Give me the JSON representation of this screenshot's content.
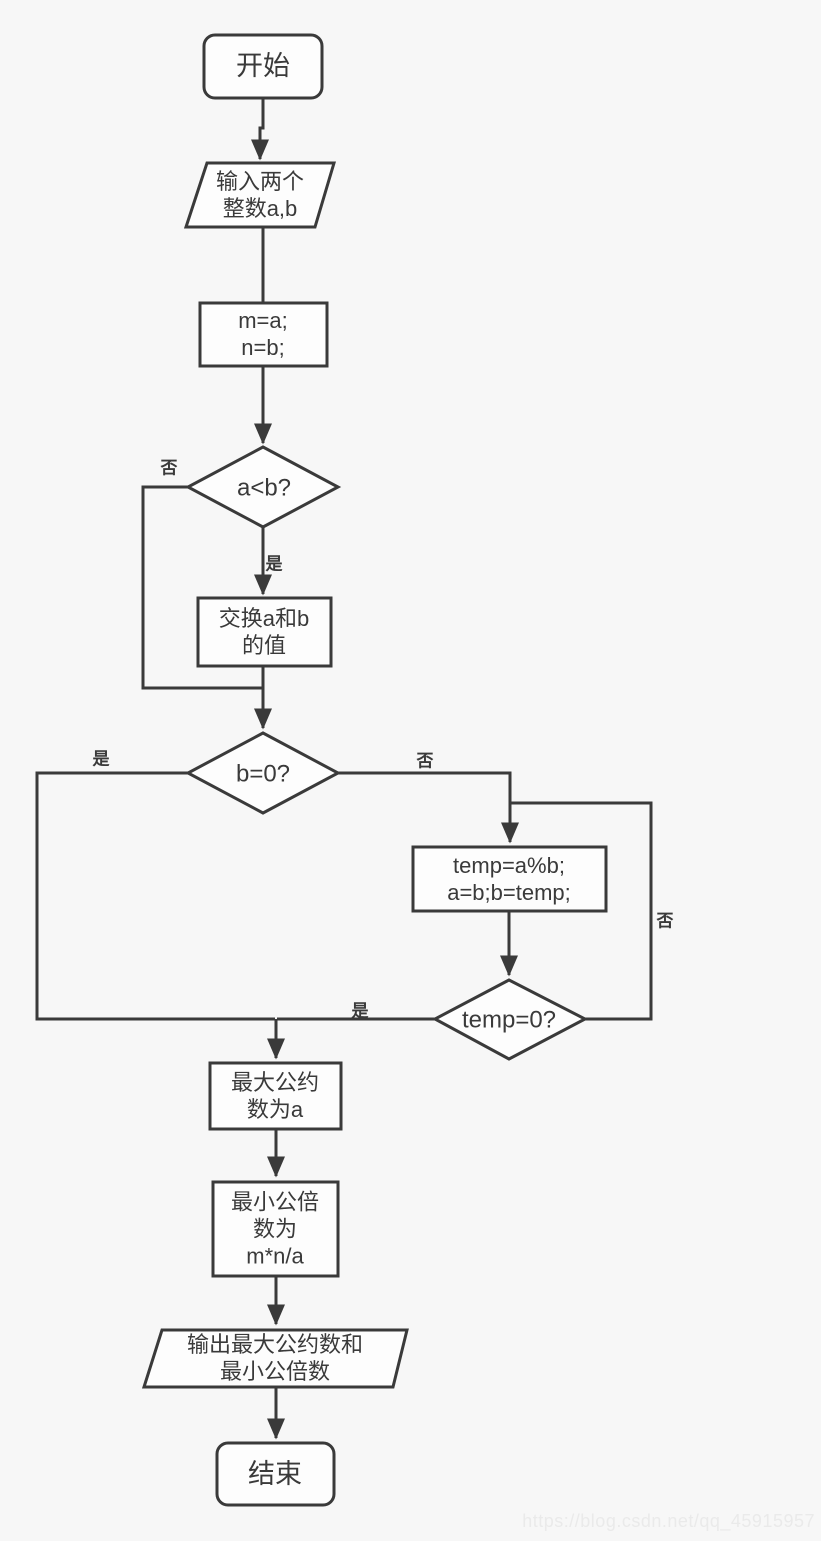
{
  "colors": {
    "background": "#f7f7f7",
    "line": "#3a3a3a",
    "shape_fill": "#fdfdfd",
    "text": "#3a3a3a",
    "watermark": "#eaeaea"
  },
  "nodes": {
    "start": {
      "type": "terminator",
      "label": "开始"
    },
    "input": {
      "type": "io",
      "lines": [
        "输入两个",
        "整数a,b"
      ]
    },
    "init": {
      "type": "process",
      "lines": [
        "m=a;",
        "n=b;"
      ]
    },
    "cmp": {
      "type": "decision",
      "label": "a<b?"
    },
    "swap": {
      "type": "process",
      "lines": [
        "交换a和b",
        "的值"
      ]
    },
    "bzero": {
      "type": "decision",
      "label": "b=0?"
    },
    "mod": {
      "type": "process",
      "lines": [
        "temp=a%b;",
        "a=b;b=temp;"
      ]
    },
    "tzero": {
      "type": "decision",
      "label": "temp=0?"
    },
    "gcd": {
      "type": "process",
      "lines": [
        "最大公约",
        "数为a"
      ]
    },
    "lcm": {
      "type": "process",
      "lines": [
        "最小公倍",
        "数为",
        "m*n/a"
      ]
    },
    "output": {
      "type": "io",
      "lines": [
        "输出最大公约数和",
        "最小公倍数"
      ]
    },
    "end": {
      "type": "terminator",
      "label": "结束"
    }
  },
  "edge_labels": {
    "cmp_no": "否",
    "cmp_yes": "是",
    "bzero_yes": "是",
    "bzero_no": "否",
    "tzero_no": "否",
    "tzero_yes": "是"
  },
  "watermark": {
    "text": "https://blog.csdn.net/qq_45915957"
  }
}
